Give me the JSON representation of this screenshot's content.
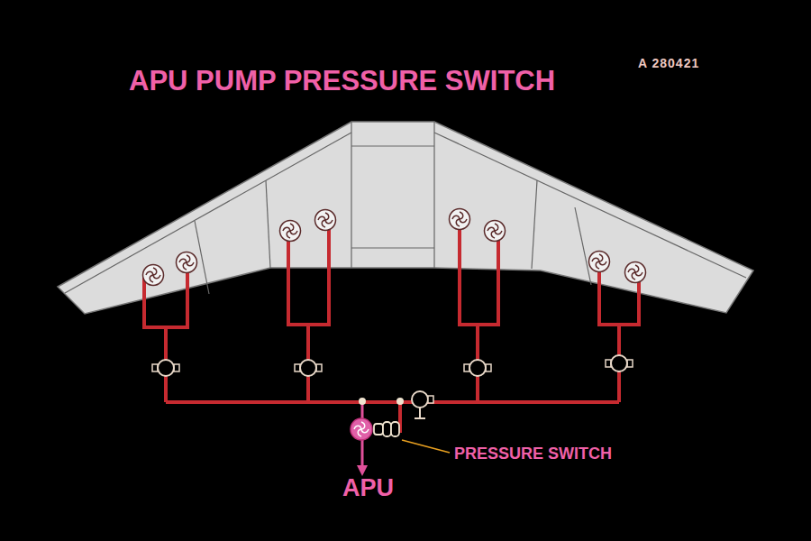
{
  "diagram": {
    "title": "APU PUMP PRESSURE SWITCH",
    "labels": [
      "A 280421",
      "PRESSURE SWITCH",
      "APU"
    ]
  }
}
